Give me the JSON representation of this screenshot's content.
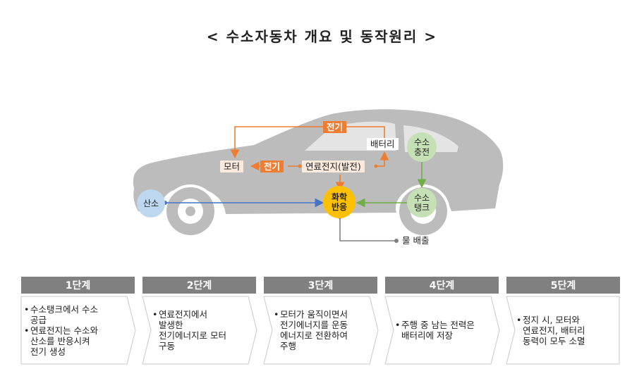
{
  "title": "< 수소자동차 개요 및 동작원리 >",
  "diagram": {
    "electricity_top": "전기",
    "electricity_mid": "전기",
    "motor": "모터",
    "battery": "배터리",
    "fuel_cell": "연료전지(발전)",
    "h2_charge": "수소\n충전",
    "h2_tank": "수소\n탱크",
    "reaction": "화학\n반응",
    "oxygen": "산소",
    "water_out": "물 배출"
  },
  "colors": {
    "orange": "#ee7d31",
    "blue": "#4472c4",
    "green": "#70ad47",
    "yellow": "#ffc000",
    "gray": "#808080"
  },
  "stages": [
    {
      "label": "1단계",
      "items": [
        "수소탱크에서 수소\n공급",
        "연료전지는 수소와\n산소를 반응시켜\n전기 생성"
      ]
    },
    {
      "label": "2단계",
      "items": [
        "연료전지에서\n발생한\n전기에너지로 모터\n구동"
      ]
    },
    {
      "label": "3단계",
      "items": [
        "모터가 움직이면서\n전기에너지를 운동\n에너지로 전환하여\n주행"
      ]
    },
    {
      "label": "4단계",
      "items": [
        "주행 중 남는 전력은\n배터리에 저장"
      ]
    },
    {
      "label": "5단계",
      "items": [
        "정지 시, 모터와\n연료전지, 배터리\n동력이 모두 소멸"
      ]
    }
  ]
}
